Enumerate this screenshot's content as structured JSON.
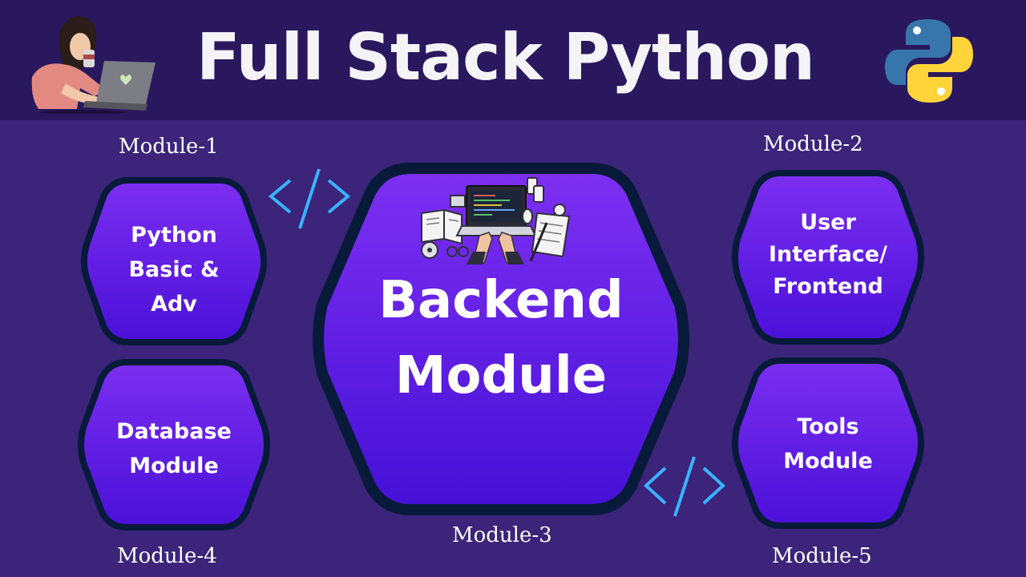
{
  "title": "Full Stack Python",
  "labels": {
    "module1": "Module-1",
    "module2": "Module-2",
    "module3": "Module-3",
    "module4": "Module-4",
    "module5": "Module-5"
  },
  "hexagons": {
    "python": [
      "Python",
      "Basic &",
      "Adv"
    ],
    "frontend": [
      "User",
      "Interface/",
      "Frontend"
    ],
    "database": [
      "Database",
      "Module"
    ],
    "tools": [
      "Tools",
      "Module"
    ],
    "backend": [
      "Backend",
      "Module"
    ]
  },
  "colors": {
    "background": "#3b2479",
    "header": "#2a185e",
    "hex_fill_top": "#7b2ff0",
    "hex_fill_bottom": "#4a10d8",
    "hex_border": "#081a3a",
    "code_icon": "#39b3ff",
    "python_blue": "#3776ab",
    "python_yellow": "#ffd43b"
  },
  "icons": {
    "header_left": "woman-with-laptop-illustration",
    "header_right": "python-logo-icon",
    "backend_top": "workspace-illustration",
    "code_brackets": "code-brackets-icon"
  }
}
